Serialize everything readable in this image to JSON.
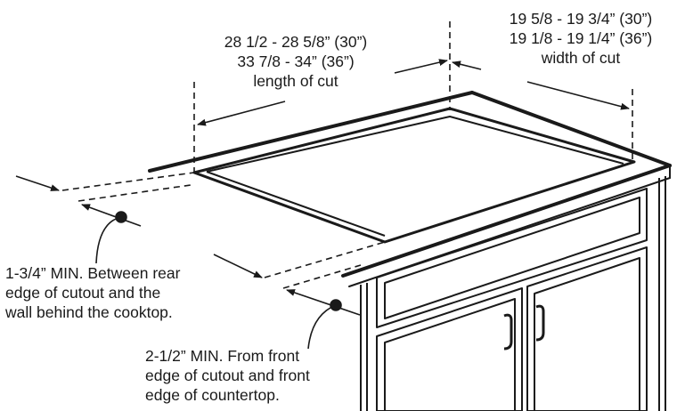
{
  "length_label": {
    "line1": "28 1/2 - 28 5/8” (30”)",
    "line2": "33 7/8 - 34” (36”)",
    "line3": "length of cut"
  },
  "width_label": {
    "line1": "19 5/8 - 19 3/4” (30”)",
    "line2": "19 1/8 - 19 1/4” (36”)",
    "line3": "width of cut"
  },
  "rear_note": {
    "line1": "1-3/4” MIN. Between rear",
    "line2": "edge of cutout and the",
    "line3": "wall behind the cooktop."
  },
  "front_note": {
    "line1": "2-1/2” MIN. From front",
    "line2": "edge of cutout and front",
    "line3": "edge of countertop."
  },
  "colors": {
    "stroke": "#1a1a1a",
    "background": "#ffffff"
  }
}
